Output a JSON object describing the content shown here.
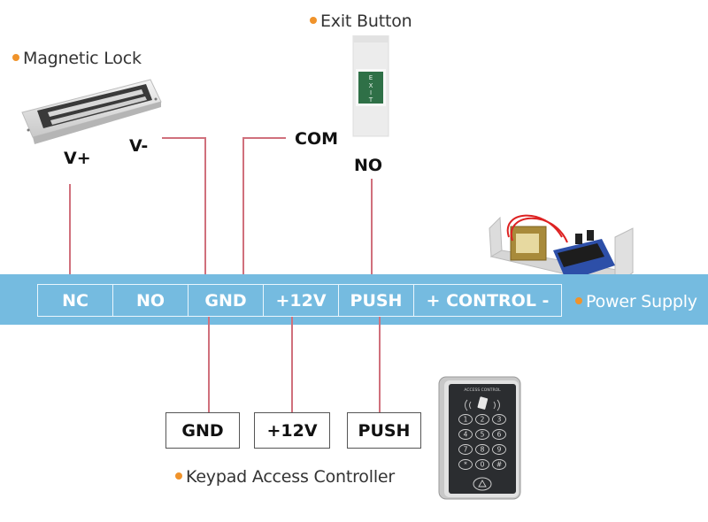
{
  "components": {
    "magnetic_lock": {
      "label": "Magnetic Lock",
      "pins": [
        "V+",
        "V-"
      ]
    },
    "exit_button": {
      "label": "Exit Button",
      "face_text": "EXIT",
      "pins": [
        "COM",
        "NO"
      ]
    },
    "power_supply": {
      "label": "Power Supply"
    },
    "keypad": {
      "label": "Keypad Access Controller",
      "header_text": "ACCESS CONTROL",
      "keys": [
        "1",
        "2",
        "3",
        "4",
        "5",
        "6",
        "7",
        "8",
        "9",
        "*",
        "0",
        "#"
      ]
    }
  },
  "terminal_strip": {
    "terminals": [
      "NC",
      "NO",
      "GND",
      "+12V",
      "PUSH",
      "+ CONTROL -"
    ]
  },
  "controller_terminals": [
    "GND",
    "+12V",
    "PUSH"
  ],
  "connections": [
    {
      "from": "Magnetic Lock V+",
      "to": "Power Supply NC"
    },
    {
      "from": "Magnetic Lock V-",
      "to": "Power Supply GND"
    },
    {
      "from": "Exit Button COM",
      "to": "Power Supply GND"
    },
    {
      "from": "Exit Button NO",
      "to": "Power Supply PUSH"
    },
    {
      "from": "Power Supply GND",
      "to": "Keypad GND"
    },
    {
      "from": "Power Supply +12V",
      "to": "Keypad +12V"
    },
    {
      "from": "Power Supply PUSH",
      "to": "Keypad PUSH"
    }
  ],
  "colors": {
    "wire": "#d0707c",
    "band": "#75bbe0",
    "bullet": "#f0932b"
  }
}
